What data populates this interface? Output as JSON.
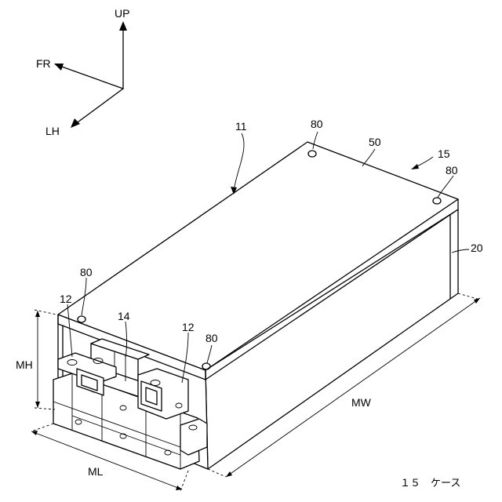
{
  "axes": {
    "up": "UP",
    "front": "FR",
    "left": "LH"
  },
  "refs": {
    "case_body": "11",
    "terminal_left": "12",
    "terminal_right": "12",
    "terminal_block": "14",
    "case_label": "15",
    "side_wall": "20",
    "top_plate": "50",
    "hole_a": "80",
    "hole_b": "80",
    "hole_c": "80",
    "hole_d": "80"
  },
  "dimensions": {
    "height": "MH",
    "length": "ML",
    "width": "MW"
  },
  "caption": "１５　ケース"
}
